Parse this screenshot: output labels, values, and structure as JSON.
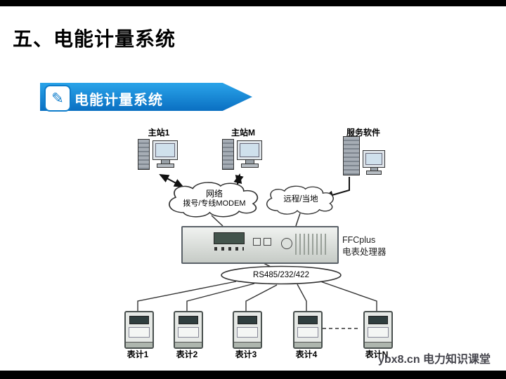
{
  "title": "五、电能计量系统",
  "banner": {
    "label": "电能计量系统",
    "icon": "pencil-icon"
  },
  "diagram": {
    "stations": [
      {
        "label": "主站1"
      },
      {
        "label": "主站M"
      },
      {
        "label": "服务软件"
      }
    ],
    "network_cloud": {
      "line1": "网络",
      "line2": "拨号/专线MODEM"
    },
    "access_cloud": {
      "label": "远程/当地"
    },
    "processor": {
      "name": "FFCplus",
      "desc": "电表处理器"
    },
    "bus": {
      "label": "RS485/232/422"
    },
    "meters": [
      {
        "label": "表计1"
      },
      {
        "label": "表计2"
      },
      {
        "label": "表计3"
      },
      {
        "label": "表计4"
      },
      {
        "label": "表计N"
      }
    ]
  },
  "watermark": "ybx8.cn 电力知识课堂",
  "colors": {
    "banner_blue": "#0d7ccb",
    "bar_black": "#000000"
  }
}
